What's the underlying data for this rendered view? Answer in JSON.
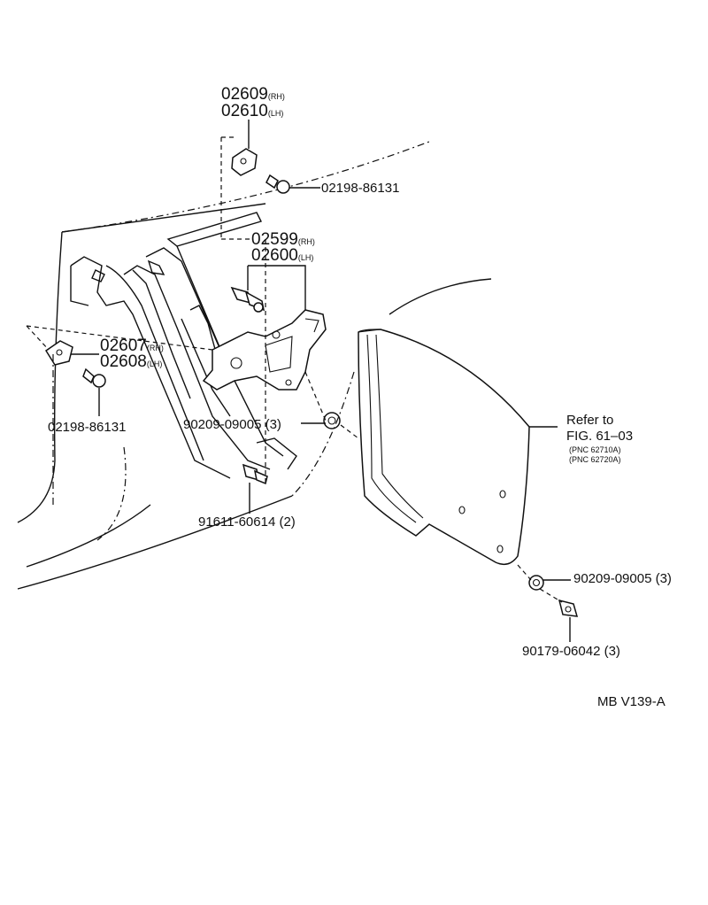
{
  "diagram_id": "MB V139-A",
  "callouts": {
    "c1_main": "02609",
    "c1_main_tag": "(RH)",
    "c1_alt": "02610",
    "c1_alt_tag": "(LH)",
    "c2": "02198-86131",
    "c3_main": "02599",
    "c3_main_tag": "(RH)",
    "c3_alt": "02600",
    "c3_alt_tag": "(LH)",
    "c4_main": "02607",
    "c4_main_tag": "(RH)",
    "c4_alt": "02608",
    "c4_alt_tag": "(LH)",
    "c5": "02198-86131",
    "c6": "90209-09005 (3)",
    "c7": "91611-60614 (2)",
    "c8": "90209-09005 (3)",
    "c9": "90179-06042 (3)"
  },
  "reference": {
    "line1": "Refer to",
    "line2": "FIG. 61–03",
    "pnc1": "(PNC 62710A)",
    "pnc2": "(PNC 62720A)"
  }
}
